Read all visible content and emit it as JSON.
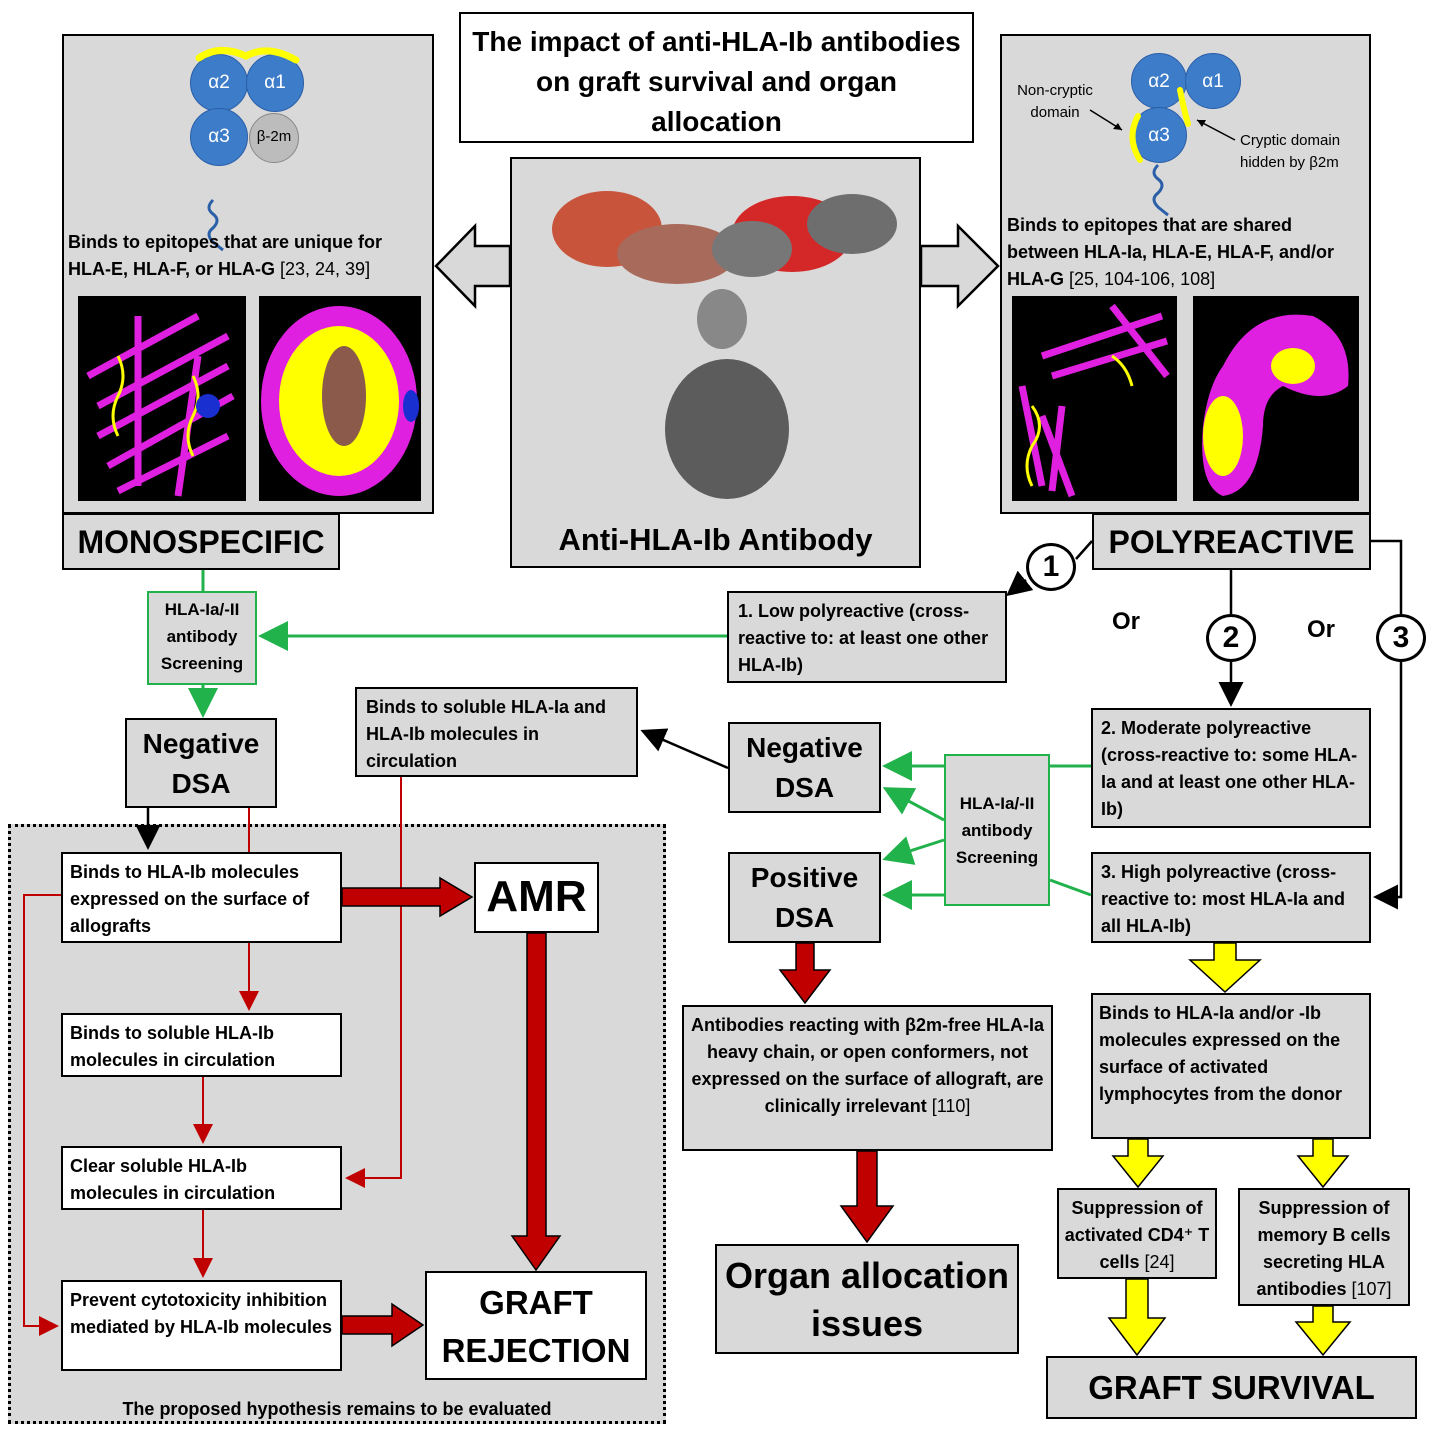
{
  "title": "The impact of anti-HLA-Ib antibodies on graft survival and organ allocation",
  "center": {
    "label": "Anti-HLA-Ib Antibody"
  },
  "domains": {
    "a2": "α2",
    "a1": "α1",
    "a3": "α3",
    "b2m": "β-2m"
  },
  "left_panel": {
    "epitope_text": "Binds to epitopes that are unique for HLA-E, HLA-F, or HLA-G",
    "epitope_ref": "[23, 24, 39]",
    "category": "MONOSPECIFIC"
  },
  "right_panel": {
    "noncryptic_label": "Non-cryptic domain",
    "cryptic_label": "Cryptic domain hidden by β2m",
    "epitope_text": "Binds to epitopes that are shared between HLA-Ia, HLA-E, HLA-F, and/or HLA-G",
    "epitope_ref": "[25, 104-106, 108]",
    "category": "POLYREACTIVE"
  },
  "screening_left": "HLA-Ia/-II antibody Screening",
  "screening_right": "HLA-Ia/-II antibody Screening",
  "markers": {
    "one": "1",
    "two": "2",
    "three": "3",
    "or1": "Or",
    "or2": "Or"
  },
  "poly_levels": {
    "low": "1. Low polyreactive (cross-reactive to: at least one other HLA-Ib)",
    "moderate": "2. Moderate polyreactive (cross-reactive to: some HLA-Ia and at least one other HLA-Ib)",
    "high": "3. High polyreactive (cross-reactive to: most HLA-Ia and all HLA-Ib)"
  },
  "negative_dsa_left": "Negative DSA",
  "negative_dsa_right": "Negative DSA",
  "positive_dsa": "Positive DSA",
  "soluble_binding": "Binds to soluble HLA-Ia and HLA-Ib molecules in circulation",
  "hypothesis": {
    "step1": "Binds to HLA-Ib molecules expressed on the surface of allografts",
    "step2": "Binds to soluble HLA-Ib molecules in circulation",
    "step3": "Clear soluble HLA-Ib molecules in circulation",
    "step4": "Prevent cytotoxicity inhibition mediated by HLA-Ib molecules",
    "note": "The proposed hypothesis remains to be evaluated"
  },
  "amr": "AMR",
  "graft_rejection": "GRAFT REJECTION",
  "irrelevant": {
    "text": "Antibodies reacting with β2m-free HLA-Ia heavy chain, or open conformers, not expressed on the surface of allograft, are clinically irrelevant",
    "ref": "[110]"
  },
  "organ_allocation": "Organ allocation issues",
  "activated_lymph": "Binds to HLA-Ia and/or -Ib molecules expressed on the surface of activated lymphocytes from the donor",
  "cd4": {
    "text": "Suppression of activated CD4⁺ T cells",
    "ref": "[24]"
  },
  "memory_b": {
    "text": "Suppression of memory B cells secreting HLA antibodies",
    "ref": "[107]"
  },
  "graft_survival": "GRAFT SURVIVAL",
  "colors": {
    "panel_gray": "#d9d9d9",
    "green": "#22b24c",
    "red_arrow": "#c00000",
    "yellow_arrow": "#ffff00",
    "domain_blue": "#3d7cc9",
    "epitope_yellow": "#ffff00",
    "magenta": "#e020e0"
  }
}
